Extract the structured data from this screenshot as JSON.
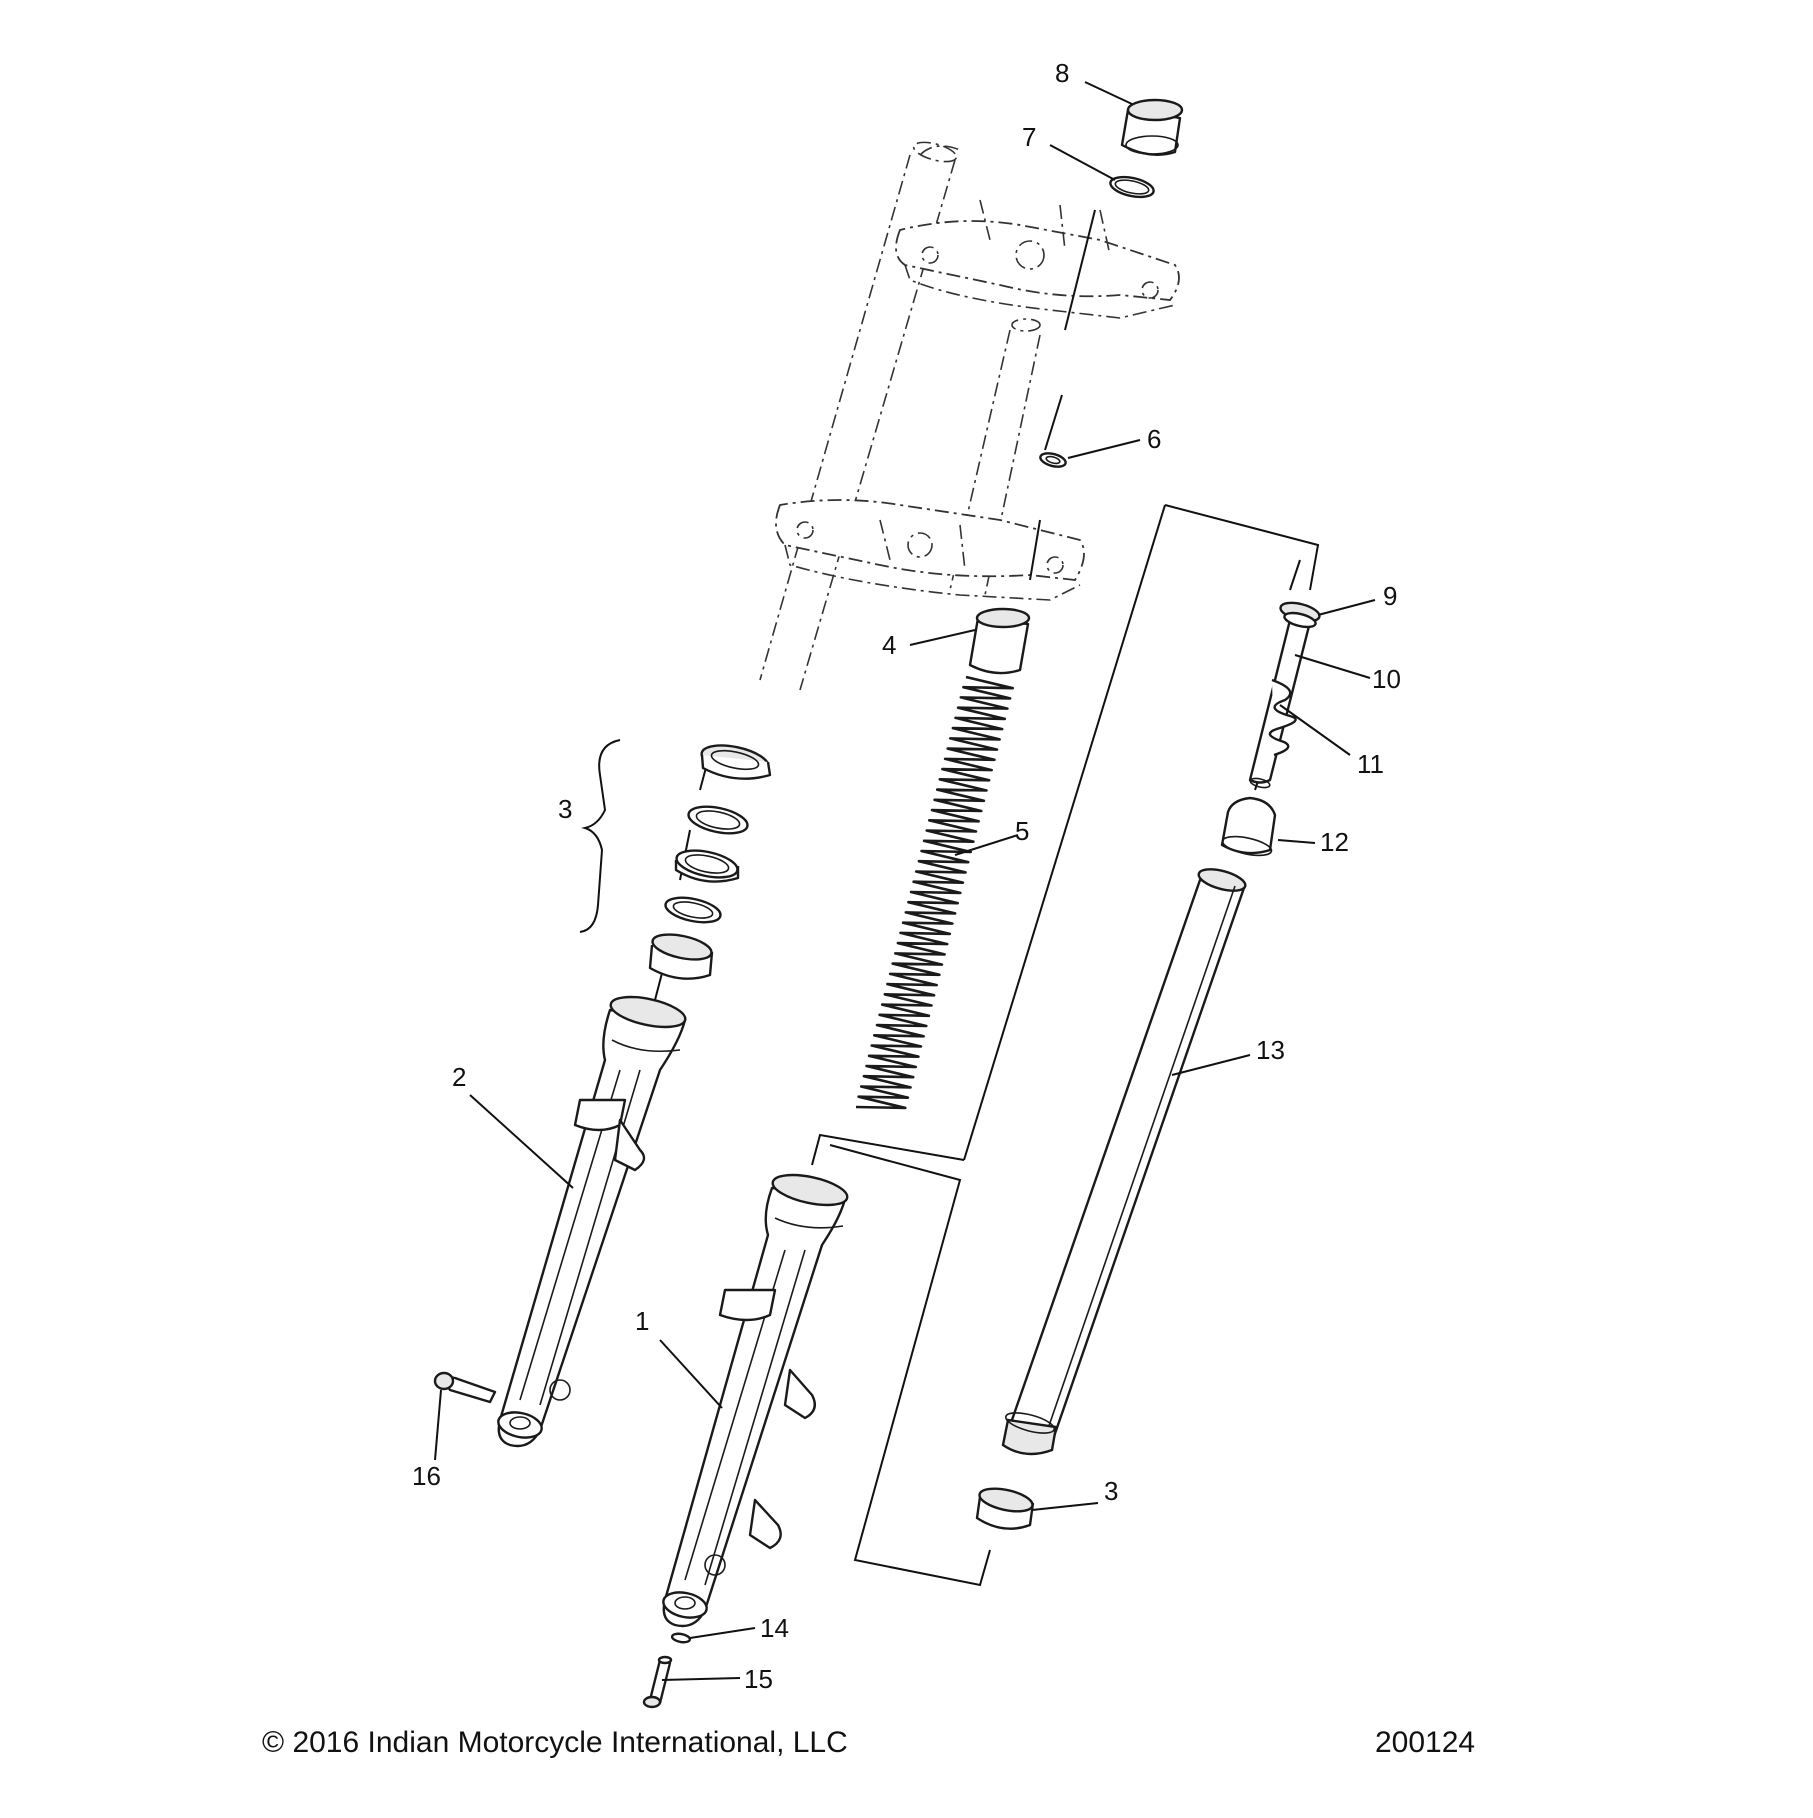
{
  "footer": {
    "copyright": "© 2016 Indian Motorcycle International, LLC",
    "drawing_number": "200124"
  },
  "callouts": [
    {
      "id": "1",
      "label": "1"
    },
    {
      "id": "2",
      "label": "2"
    },
    {
      "id": "3a",
      "label": "3"
    },
    {
      "id": "3b",
      "label": "3"
    },
    {
      "id": "4",
      "label": "4"
    },
    {
      "id": "5",
      "label": "5"
    },
    {
      "id": "6",
      "label": "6"
    },
    {
      "id": "7",
      "label": "7"
    },
    {
      "id": "8",
      "label": "8"
    },
    {
      "id": "9",
      "label": "9"
    },
    {
      "id": "10",
      "label": "10"
    },
    {
      "id": "11",
      "label": "11"
    },
    {
      "id": "12",
      "label": "12"
    },
    {
      "id": "13",
      "label": "13"
    },
    {
      "id": "14",
      "label": "14"
    },
    {
      "id": "15",
      "label": "15"
    },
    {
      "id": "16",
      "label": "16"
    }
  ]
}
